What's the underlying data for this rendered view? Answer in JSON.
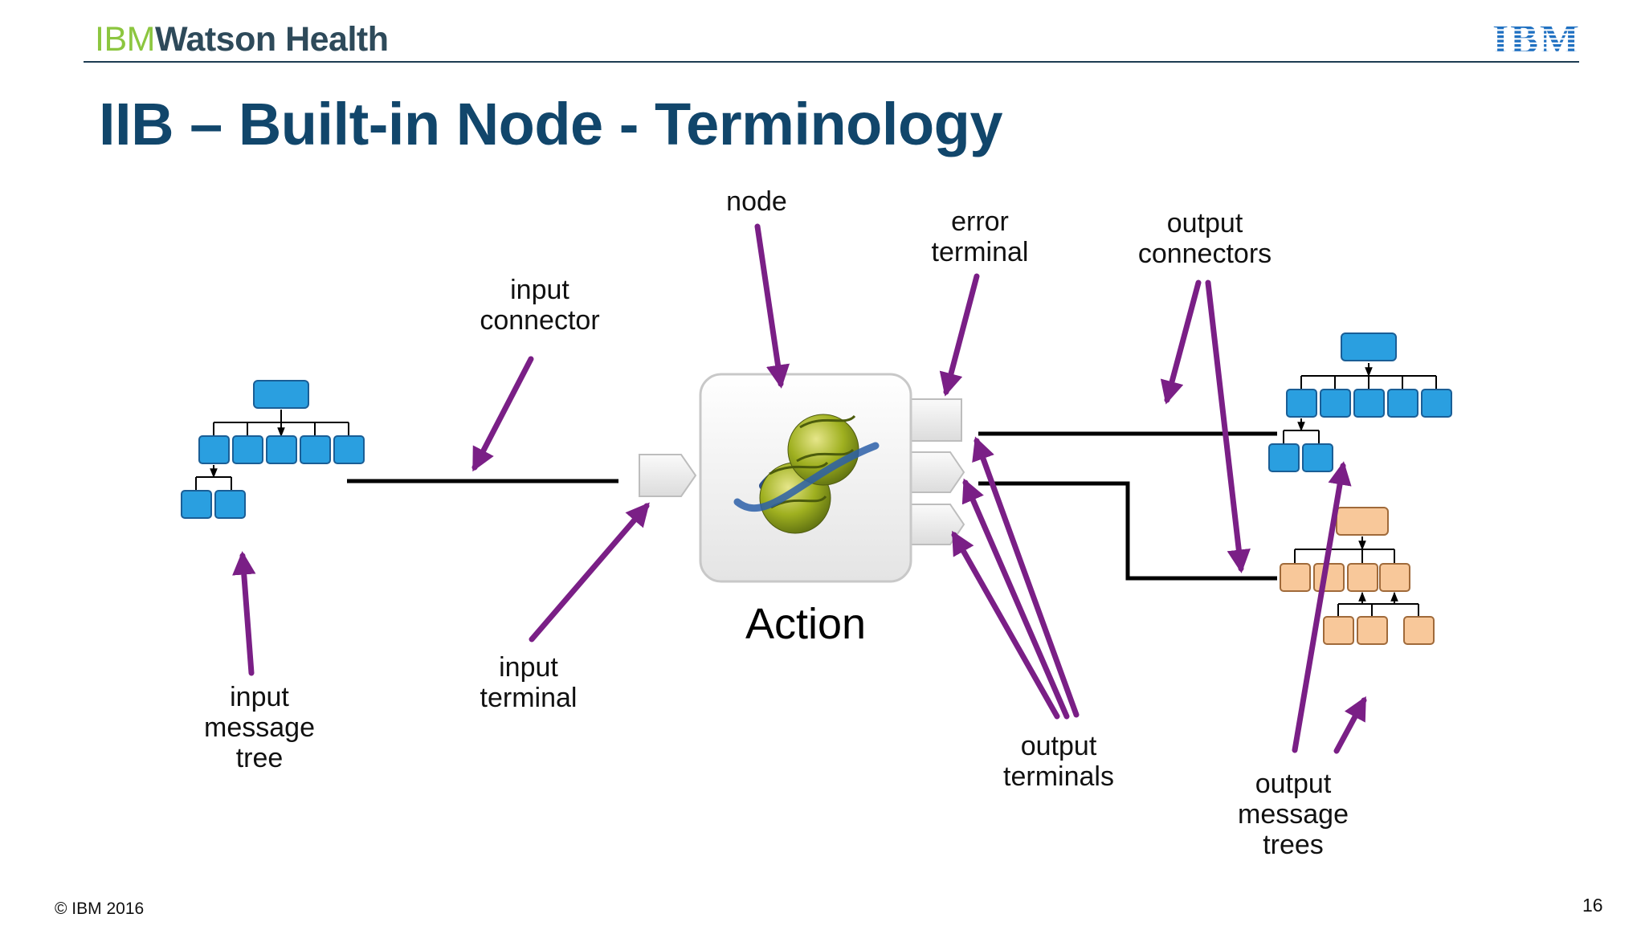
{
  "header": {
    "brand_prefix": "IBM",
    "brand_suffix": "Watson Health",
    "logo_text": "IBM"
  },
  "title": "IIB – Built-in Node - Terminology",
  "node_label": "Action",
  "labels": {
    "node": [
      "node"
    ],
    "error_terminal": [
      "error",
      "terminal"
    ],
    "output_connectors": [
      "output",
      "connectors"
    ],
    "input_connector": [
      "input",
      "connector"
    ],
    "input_terminal": [
      "input",
      "terminal"
    ],
    "input_message_tree": [
      "input",
      "message",
      "tree"
    ],
    "output_terminals": [
      "output",
      "terminals"
    ],
    "output_message_trees": [
      "output",
      "message",
      "trees"
    ]
  },
  "colors": {
    "arrow": "#7a1f86",
    "blue_box": "#2a9fe0",
    "orange_box": "#f8c89a",
    "connector": "#000000",
    "title": "#11466b",
    "brand_green": "#8cc63f"
  },
  "footer": {
    "copyright": "© IBM 2016",
    "page_number": "16"
  }
}
